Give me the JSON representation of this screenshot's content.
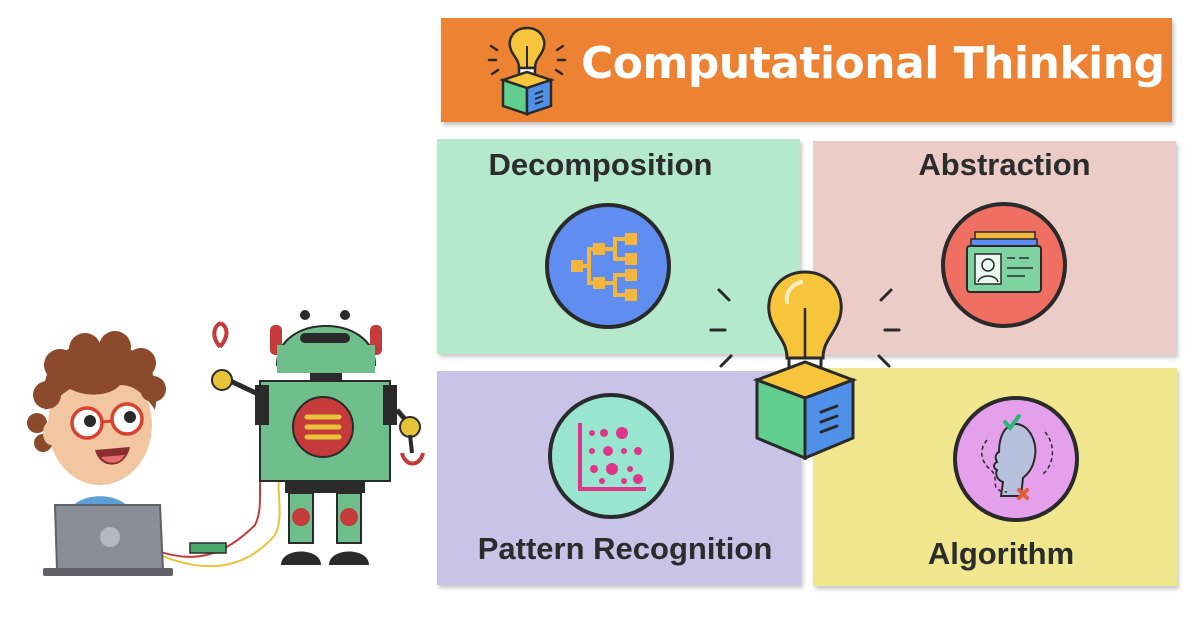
{
  "banner": {
    "title": "Computational Thinking"
  },
  "panels": {
    "decomposition": {
      "title": "Decomposition"
    },
    "abstraction": {
      "title": "Abstraction"
    },
    "pattern": {
      "title": "Pattern Recognition"
    },
    "algorithm": {
      "title": "Algorithm"
    }
  },
  "colors": {
    "banner": "#ee8233",
    "decomposition": "#b5e9cc",
    "abstraction": "#ecccc6",
    "pattern": "#c7c4e7",
    "algorithm": "#efe68d"
  },
  "icons": {
    "banner": "lightbulb-box-icon",
    "decomposition": "tree-structure-icon",
    "abstraction": "id-card-icon",
    "pattern": "dot-pattern-chart-icon",
    "algorithm": "head-path-icon",
    "center": "lightbulb-box-icon",
    "illustration": "kid-with-robot-illustration"
  }
}
